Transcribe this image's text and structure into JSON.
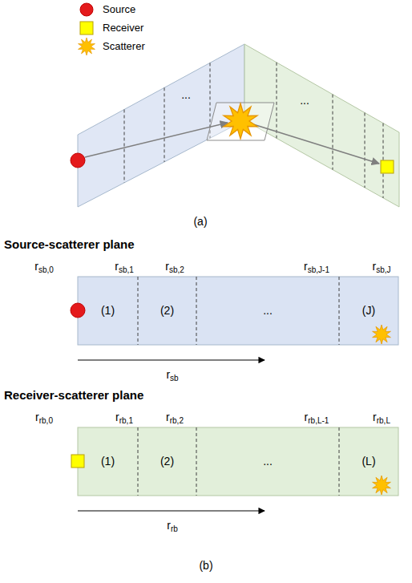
{
  "diagram": {
    "nodes": [
      {
        "text": [
          "Source-scatterer plane"
        ]
      },
      {
        "text": [
          "(1)"
        ],
        "in": 0
      },
      {
        "text": [
          "(2)"
        ],
        "in": 0
      },
      {
        "text": [
          "..."
        ],
        "in": 0
      },
      {
        "text": [
          "(J)"
        ],
        "in": 0
      },
      {
        "text": [
          "Receiver-scatterer plane"
        ]
      },
      {
        "text": [
          "(1)"
        ],
        "in": 5
      },
      {
        "text": [
          "(2)"
        ],
        "in": 5
      },
      {
        "text": [
          "..."
        ],
        "in": 5
      },
      {
        "text": [
          "(L)"
        ],
        "in": 5
      }
    ],
    "labels": [
      "...",
      "...",
      "(a)",
      "rsb,0",
      "rsb,1",
      "rsb,2",
      "rsb,J-1",
      "rsb,J",
      "rsb",
      "rrb,0",
      "rrb,1",
      "rrb,2",
      "rrb,L-1",
      "rrb,L",
      "rrb",
      "(b)"
    ],
    "legend": [
      {
        "text": "Source"
      },
      {
        "text": "Receiver"
      },
      {
        "text": "Scatterer"
      }
    ]
  }
}
